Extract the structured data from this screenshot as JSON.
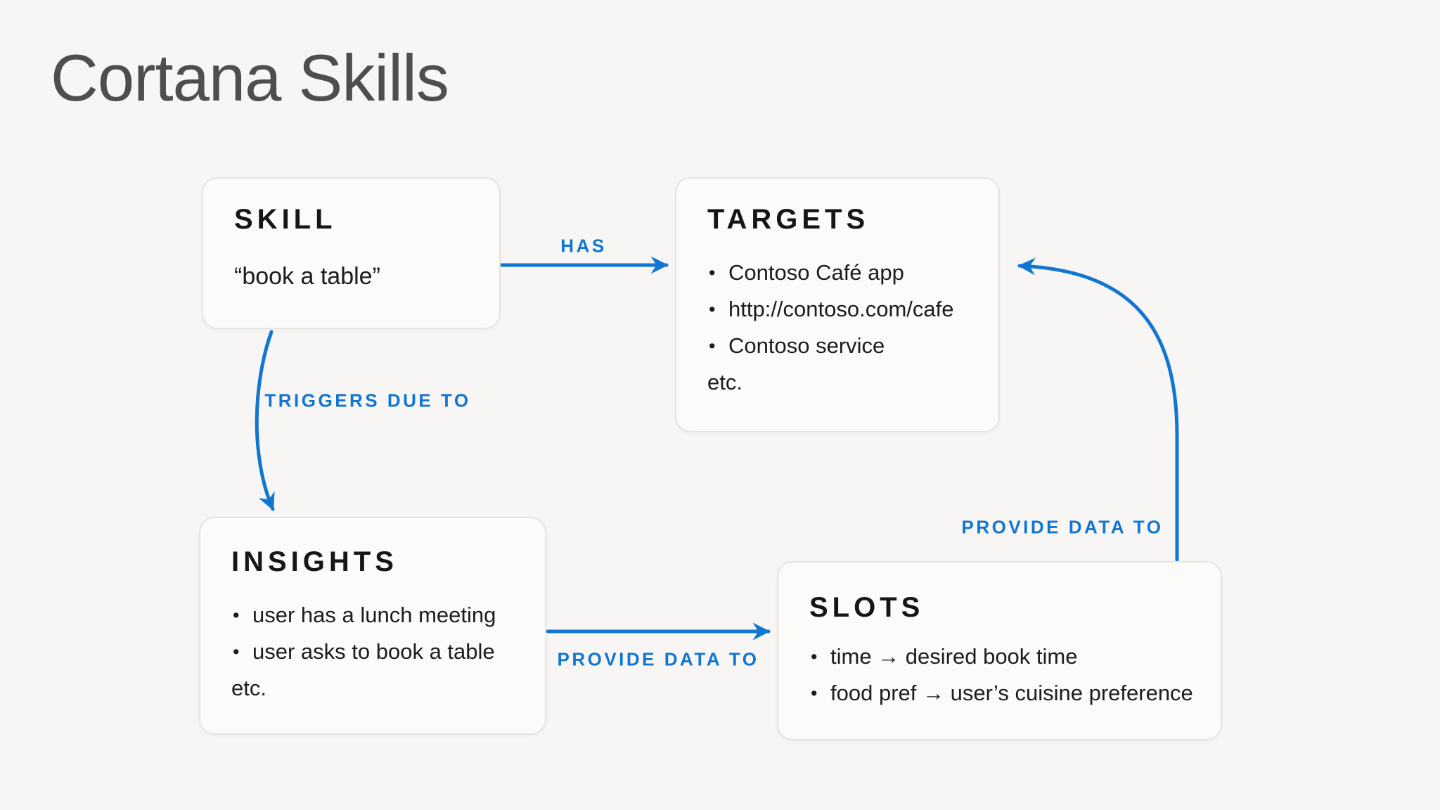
{
  "title": "Cortana Skills",
  "colors": {
    "accent_blue": "#1175d2",
    "background": "#f7f6f5",
    "box_background": "#fbfbfa",
    "box_border": "#e5e4e2",
    "title_gray": "#4e4e4e",
    "text_dark": "#1c1c1c"
  },
  "nodes": {
    "skill": {
      "title": "SKILL",
      "subtitle": "“book a table”"
    },
    "targets": {
      "title": "TARGETS",
      "bullets": [
        "Contoso Café app",
        "http://contoso.com/cafe",
        "Contoso service"
      ],
      "footer": "etc."
    },
    "insights": {
      "title": "INSIGHTS",
      "bullets": [
        "user has a lunch meeting",
        "user asks to book a table"
      ],
      "footer": "etc."
    },
    "slots": {
      "title": "SLOTS",
      "bullets": [
        "time → desired book time",
        "food pref → user’s cuisine preference"
      ]
    }
  },
  "edges": {
    "has": {
      "label": "HAS",
      "from": "SKILL",
      "to": "TARGETS"
    },
    "triggers_due_to": {
      "label": "TRIGGERS DUE TO",
      "from": "SKILL",
      "to": "INSIGHTS"
    },
    "provide_data_insights_to_slots": {
      "label": "PROVIDE DATA TO",
      "from": "INSIGHTS",
      "to": "SLOTS"
    },
    "provide_data_slots_to_targets": {
      "label": "PROVIDE DATA TO",
      "from": "SLOTS",
      "to": "TARGETS"
    }
  }
}
